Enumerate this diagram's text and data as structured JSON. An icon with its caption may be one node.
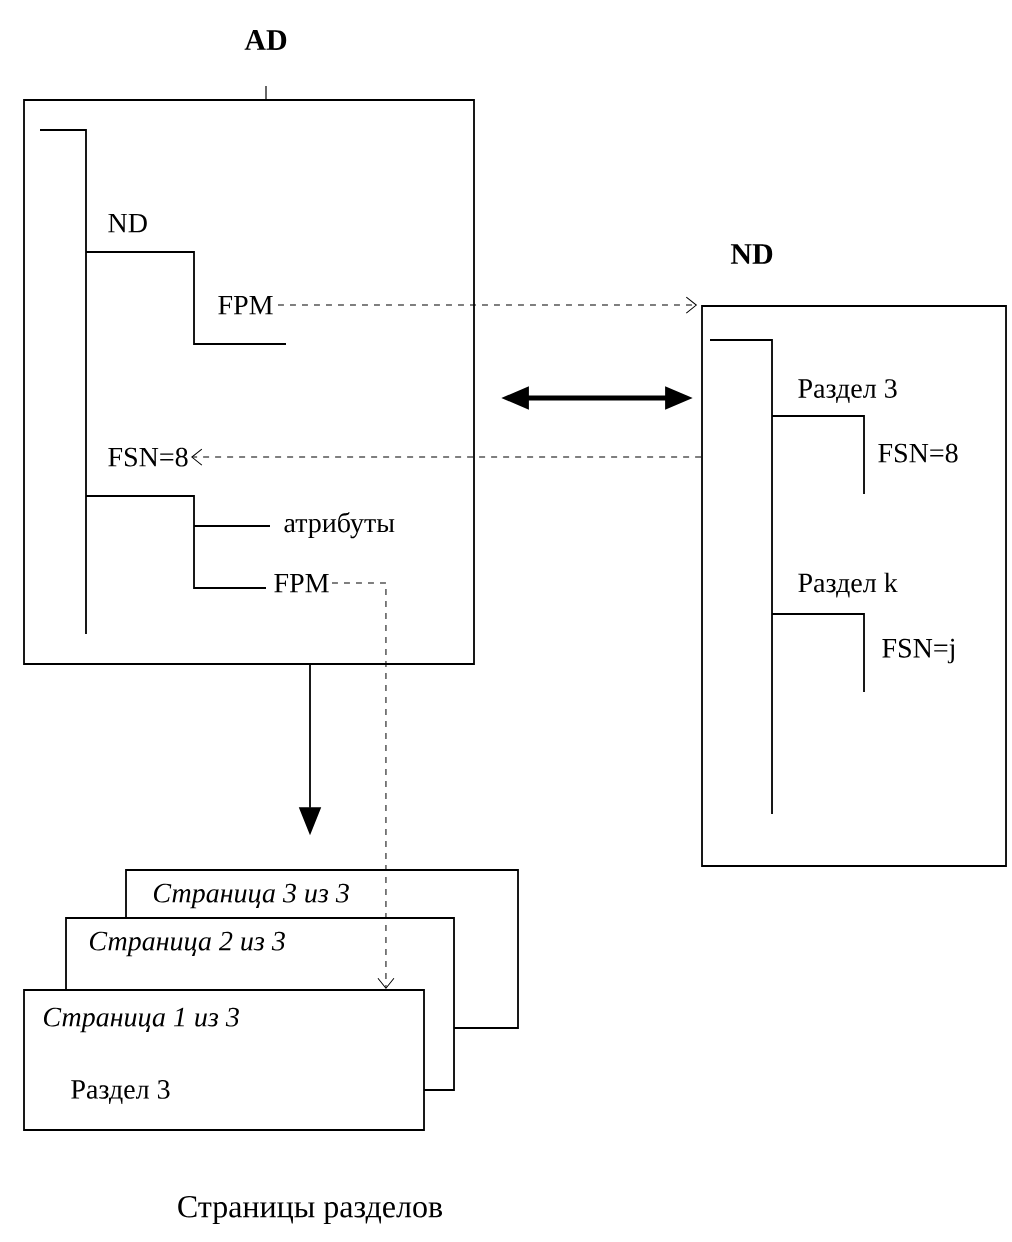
{
  "diagram": {
    "caption": "Страницы разделов",
    "nodes": [
      {
        "text": [
          "AD"
        ]
      },
      {
        "text": [
          "ND"
        ],
        "in": 0
      },
      {
        "text": [
          "FPM"
        ],
        "in": 0
      },
      {
        "text": [
          "FSN=8"
        ],
        "in": 0
      },
      {
        "text": [
          "атрибуты"
        ],
        "in": 0
      },
      {
        "text": [
          "FPM"
        ],
        "in": 0
      },
      {
        "text": [
          "ND"
        ]
      },
      {
        "text": [
          "Раздел 3"
        ],
        "in": 6
      },
      {
        "text": [
          "FSN=8"
        ],
        "in": 6
      },
      {
        "text": [
          "Раздел k"
        ],
        "in": 6
      },
      {
        "text": [
          "FSN=j"
        ],
        "in": 6
      },
      {
        "text": [
          "Страница 3 из 3"
        ]
      },
      {
        "text": [
          "Страница 2 из 3"
        ]
      },
      {
        "text": [
          "Страница 1 из 3",
          "Раздел 3"
        ]
      }
    ],
    "edges": [
      {
        "from": 2,
        "to": 6,
        "arrow": "to",
        "style": "dashed"
      },
      {
        "from": 6,
        "to": 3,
        "arrow": "to",
        "style": "dashed"
      },
      {
        "from": 0,
        "to": 6,
        "arrow": "both",
        "style": "thick"
      },
      {
        "from": 0,
        "to": 11,
        "arrow": "to"
      },
      {
        "from": 5,
        "to": 13,
        "arrow": "to",
        "style": "dashed"
      }
    ]
  }
}
